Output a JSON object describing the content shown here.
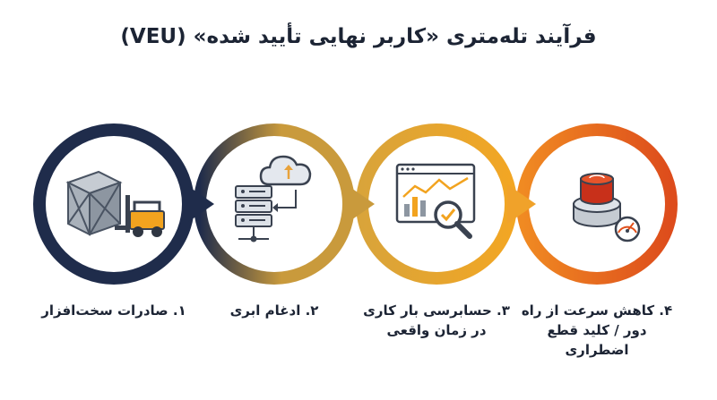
{
  "title": "فرآیند تله‌متری «کاربر نهایی تأیید شده» (VEU)",
  "steps": [
    {
      "label": "۱. صادرات سخت‌افزار",
      "icon": "crate-forklift-icon",
      "color": "#1f2c4b"
    },
    {
      "label": "۲. ادغام ابری",
      "icon": "cloud-server-icon",
      "color": "#c99a3c"
    },
    {
      "label": "۳. حسابرسی بار کاری در زمان واقعی",
      "icon": "analytics-magnifier-icon",
      "color": "#f0a52a"
    },
    {
      "label": "۴. کاهش سرعت از راه دور / کلید قطع اضطراری",
      "icon": "emergency-stop-button-icon",
      "color": "#e0501c"
    }
  ]
}
